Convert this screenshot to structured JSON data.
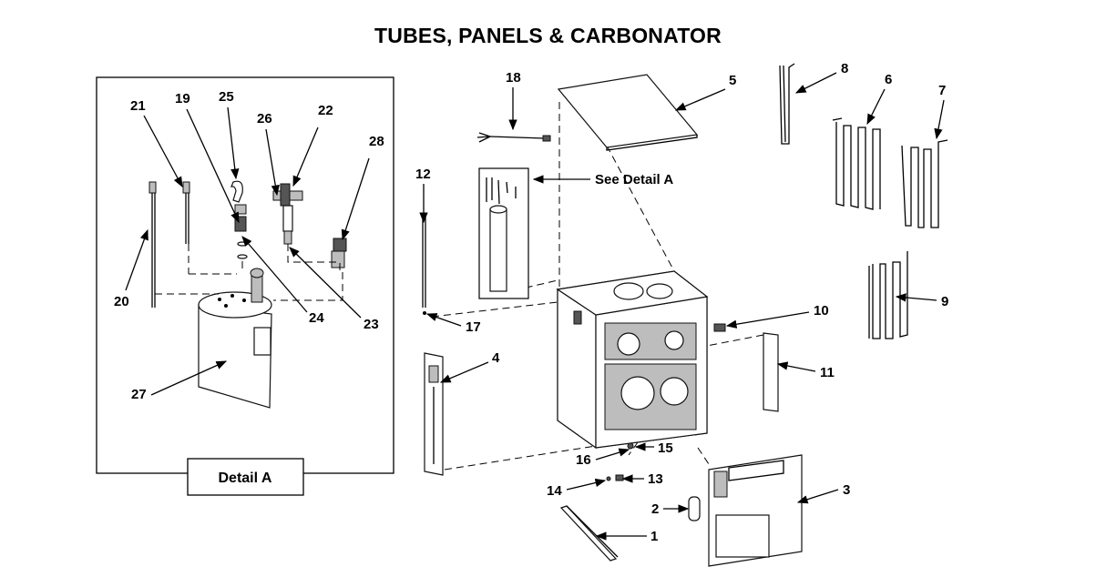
{
  "title": "TUBES, PANELS & CARBONATOR",
  "detail_box_label": "Detail A",
  "see_detail_label": "See Detail A",
  "callouts": {
    "c1": "1",
    "c2": "2",
    "c3": "3",
    "c4": "4",
    "c5": "5",
    "c6": "6",
    "c7": "7",
    "c8": "8",
    "c9": "9",
    "c10": "10",
    "c11": "11",
    "c12": "12",
    "c13": "13",
    "c14": "14",
    "c15": "15",
    "c16": "16",
    "c17": "17",
    "c18": "18",
    "c19": "19",
    "c20": "20",
    "c21": "21",
    "c22": "22",
    "c23": "23",
    "c24": "24",
    "c25": "25",
    "c26": "26",
    "c27": "27",
    "c28": "28"
  }
}
